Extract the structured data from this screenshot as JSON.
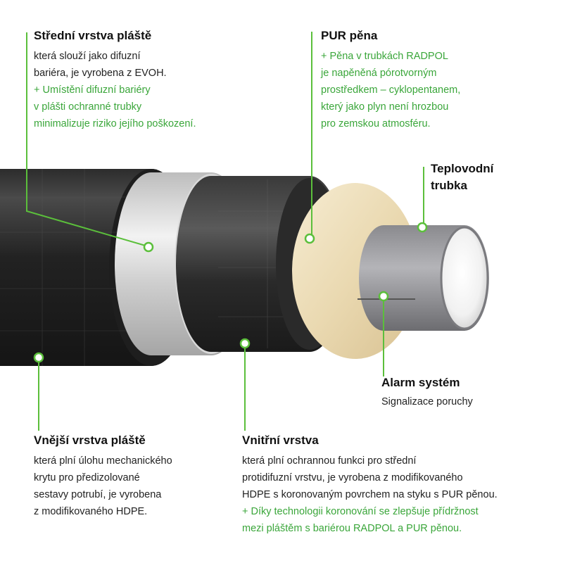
{
  "colors": {
    "accent": "#5bbf3b",
    "note_green": "#3aa63a",
    "text_dark": "#222222"
  },
  "callouts": {
    "middle_layer": {
      "title": "Střední vrstva pláště",
      "lines": [
        "která slouží jako difuzní",
        "bariéra, je vyrobena z EVOH."
      ],
      "green_lines": [
        "+ Umístění difuzní bariéry",
        "v plášti ochranné trubky",
        "minimalizuje riziko jejího poškození."
      ]
    },
    "pur_foam": {
      "title": "PUR pěna",
      "green_lines": [
        "+ Pěna v trubkách RADPOL",
        "je napěněná pórotvorným",
        "prostředkem – cyklopentanem,",
        "který jako plyn není hrozbou",
        "pro zemskou atmosféru."
      ]
    },
    "heating_pipe": {
      "title_lines": [
        "Teplovodní",
        "trubka"
      ]
    },
    "alarm": {
      "title": "Alarm systém",
      "lines": [
        "Signalizace poruchy"
      ]
    },
    "outer_layer": {
      "title": "Vnější vrstva pláště",
      "lines": [
        "která plní úlohu mechanického",
        "krytu pro předizolované",
        "sestavy potrubí, je vyrobena",
        "z modifikovaného HDPE."
      ]
    },
    "inner_layer": {
      "title": "Vnitřní vrstva",
      "lines": [
        "která plní ochrannou funkci pro střední",
        "protidifuzní vrstvu, je vyrobena z modifikovaného",
        "HDPE s koronovaným povrchem na styku s PUR pěnou."
      ],
      "green_lines": [
        "+ Díky technologii koronování se zlepšuje přídržnost",
        "mezi pláštěm s bariérou RADPOL a PUR pěnou."
      ]
    }
  }
}
